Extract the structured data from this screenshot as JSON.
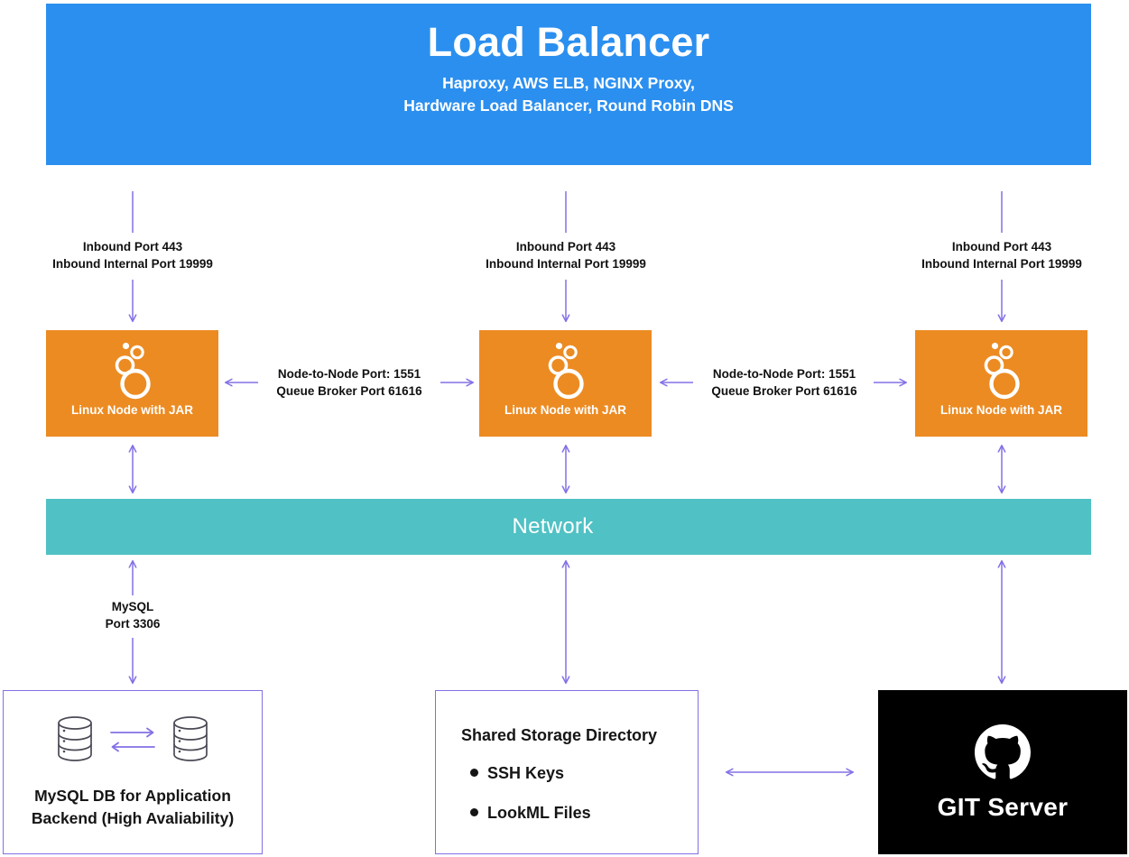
{
  "load_balancer": {
    "title": "Load Balancer",
    "subtitle_line1": "Haproxy, AWS ELB, NGINX Proxy,",
    "subtitle_line2": "Hardware Load Balancer, Round Robin DNS",
    "color": "#2B8FEF"
  },
  "inbound_labels": [
    {
      "line1": "Inbound Port 443",
      "line2": "Inbound Internal Port 19999"
    },
    {
      "line1": "Inbound Port 443",
      "line2": "Inbound Internal Port 19999"
    },
    {
      "line1": "Inbound Port 443",
      "line2": "Inbound Internal Port 19999"
    }
  ],
  "nodes": [
    {
      "label": "Linux Node with JAR",
      "color": "#EC8B22"
    },
    {
      "label": "Linux Node with JAR",
      "color": "#EC8B22"
    },
    {
      "label": "Linux Node with JAR",
      "color": "#EC8B22"
    }
  ],
  "node_to_node_labels": [
    {
      "line1": "Node-to-Node Port: 1551",
      "line2": "Queue Broker Port 61616"
    },
    {
      "line1": "Node-to-Node Port: 1551",
      "line2": "Queue Broker Port 61616"
    }
  ],
  "network": {
    "label": "Network",
    "color": "#50C1C4"
  },
  "mysql_link": {
    "line1": "MySQL",
    "line2": "Port 3306"
  },
  "mysql_box": {
    "caption_line1": "MySQL DB for Application",
    "caption_line2": "Backend (High Avaliability)",
    "border_color": "#8370E6"
  },
  "shared_storage": {
    "title": "Shared Storage Directory",
    "items": [
      "SSH Keys",
      "LookML Files"
    ],
    "border_color": "#8370E6"
  },
  "git_server": {
    "label": "GIT Server",
    "background": "#000000"
  },
  "arrow_color": "#8370E6"
}
